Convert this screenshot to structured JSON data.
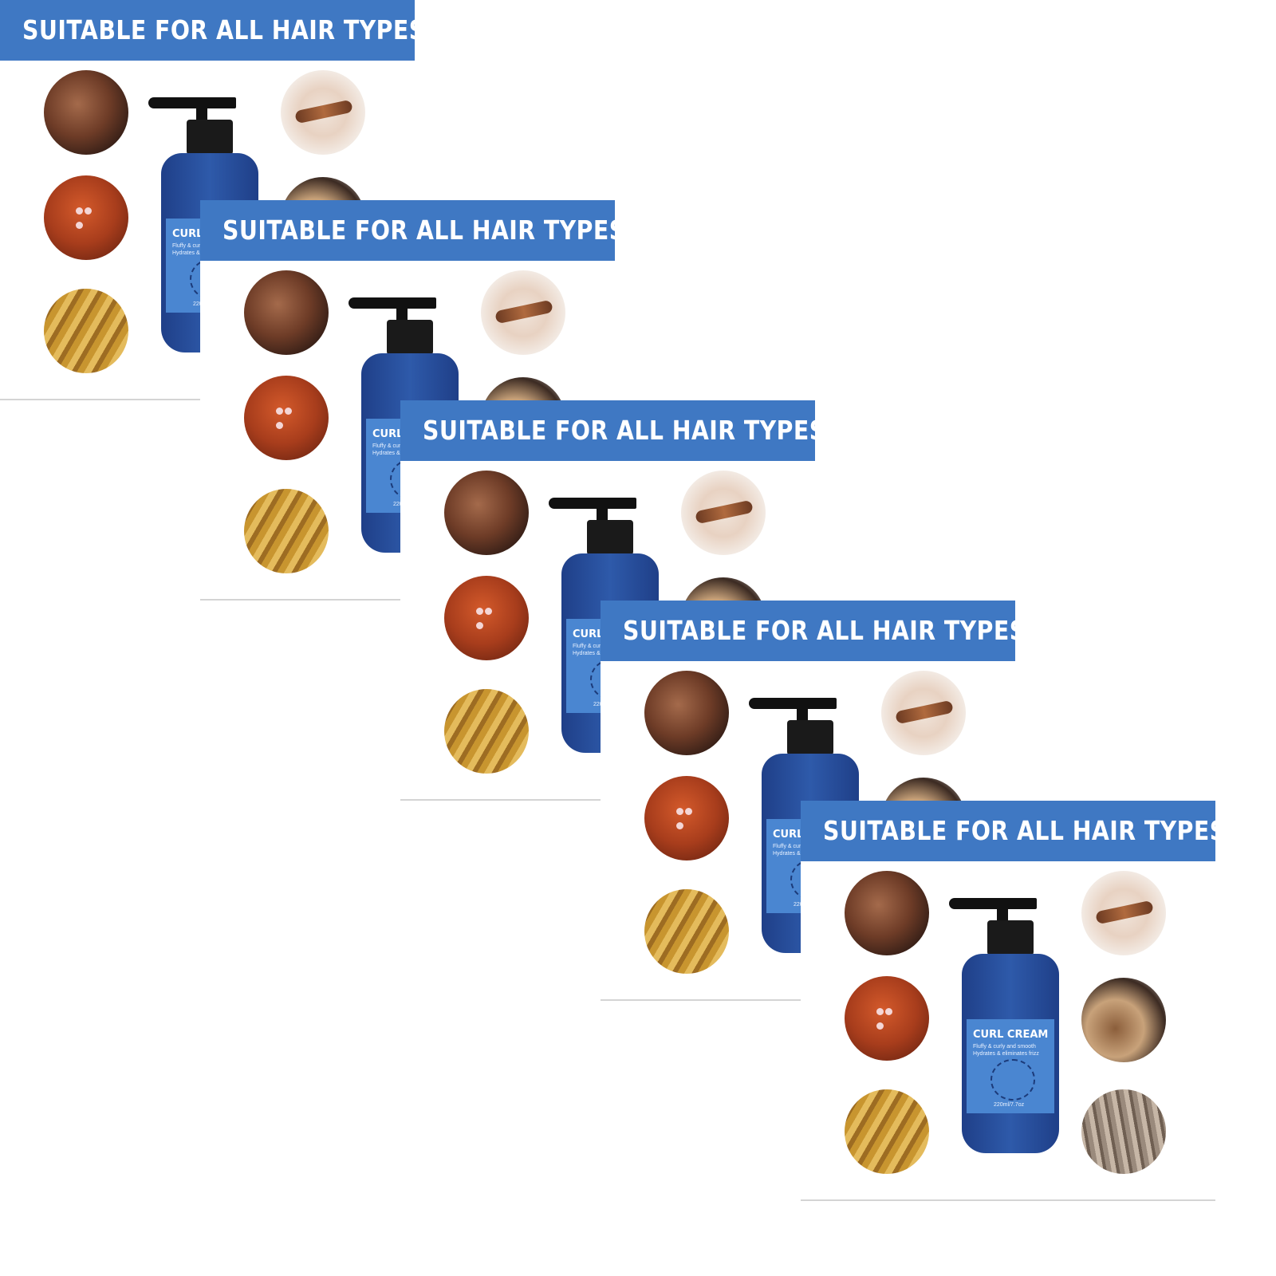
{
  "banner_text": "SUITABLE FOR ALL HAIR TYPES",
  "product": {
    "name": "CURL CREAM",
    "subtitle_line1": "Fluffy & curly and smooth",
    "subtitle_line2": "Hydrates & eliminates frizz",
    "volume": "220ml/7.7oz"
  },
  "icons": [
    "damaged-hair-icon",
    "red-hair-icon",
    "wavy-hair-icon",
    "twisted-hair-icon",
    "brushed-hair-icon",
    "scalp-hair-icon"
  ],
  "colors": {
    "banner": "#3f78c3",
    "bottle": "#2e5aaa",
    "label": "#4a86d1"
  }
}
